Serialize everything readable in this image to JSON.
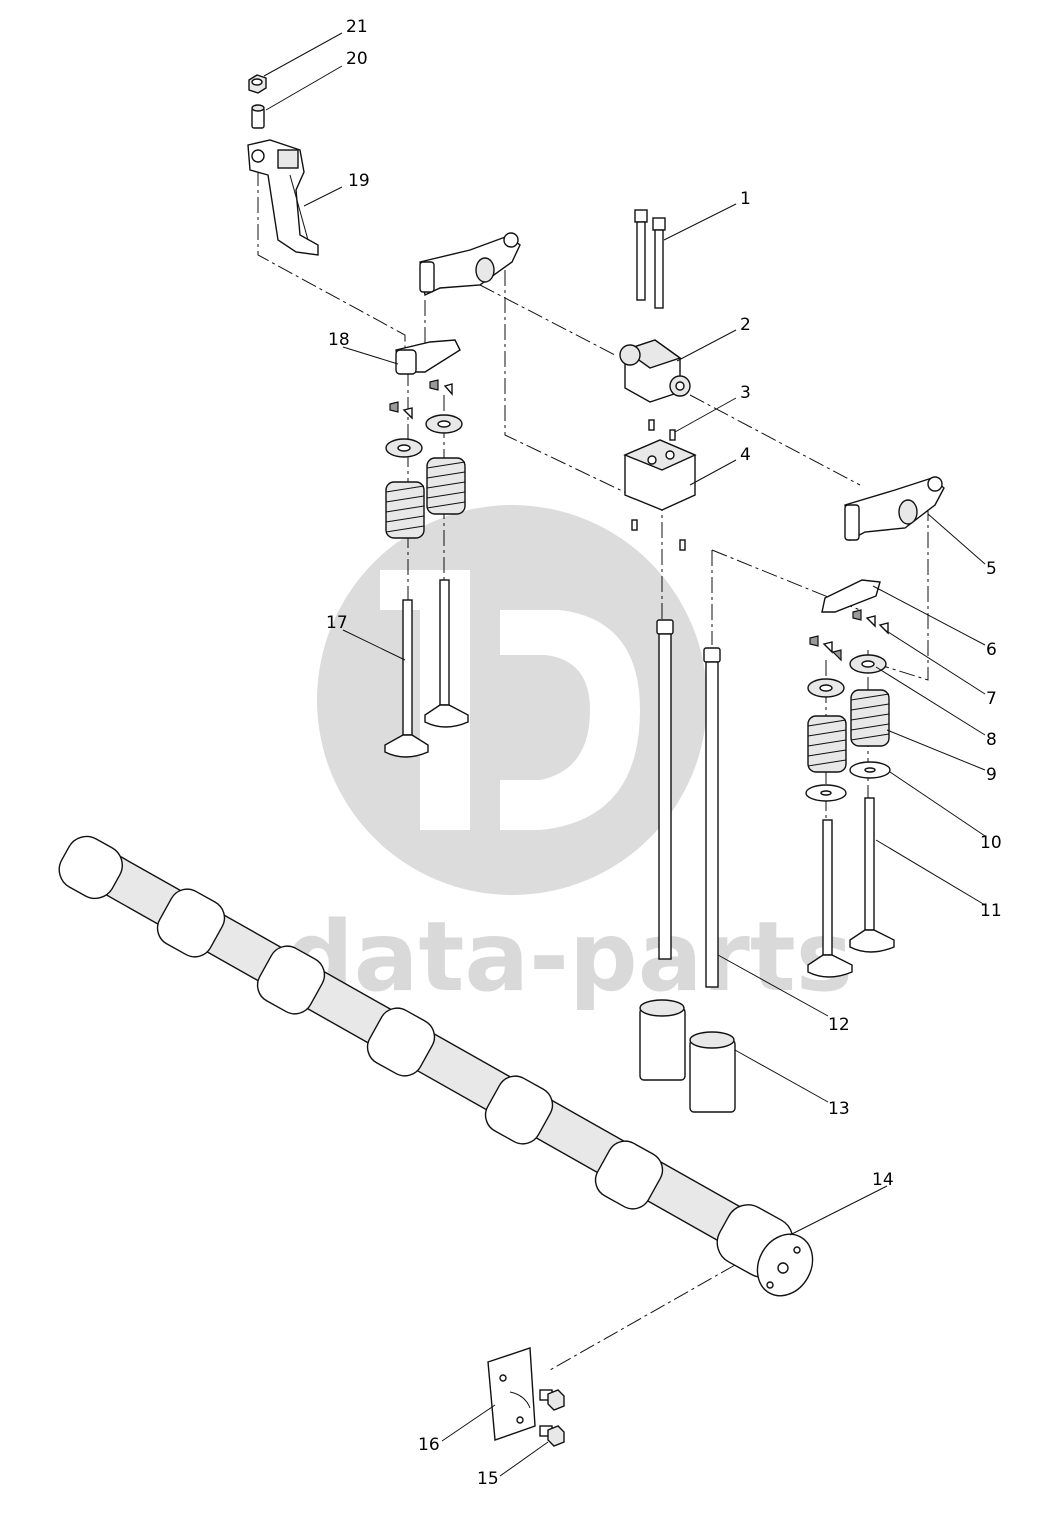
{
  "watermark": {
    "text": "data-parts",
    "color": "#d9d9d9"
  },
  "callouts": {
    "c1": "1",
    "c2": "2",
    "c3": "3",
    "c4": "4",
    "c5": "5",
    "c6": "6",
    "c7": "7",
    "c8": "8",
    "c9": "9",
    "c10": "10",
    "c11": "11",
    "c12": "12",
    "c13": "13",
    "c14": "14",
    "c15": "15",
    "c16": "16",
    "c17": "17",
    "c18": "18",
    "c19": "19",
    "c20": "20",
    "c21": "21"
  }
}
